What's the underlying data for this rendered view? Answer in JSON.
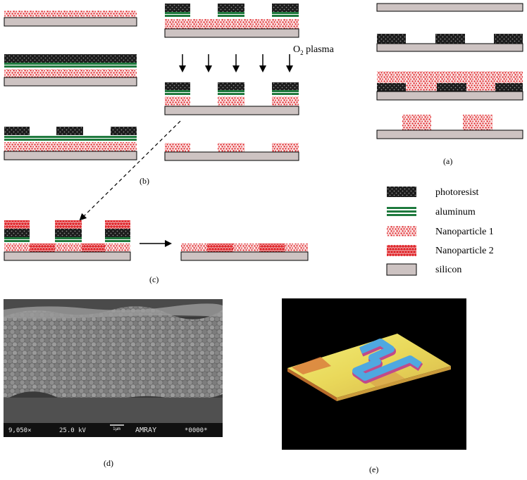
{
  "panels": {
    "a": "(a)",
    "b": "(b)",
    "c": "(c)",
    "d": "(d)",
    "e": "(e)"
  },
  "process": {
    "o2_plasma_prefix": "O",
    "o2_plasma_sub": "2",
    "o2_plasma_suffix": " plasma"
  },
  "legend": {
    "items": [
      {
        "key": "photoresist",
        "label": "photoresist"
      },
      {
        "key": "aluminum",
        "label": "aluminum"
      },
      {
        "key": "np1",
        "label": "Nanoparticle 1"
      },
      {
        "key": "np2",
        "label": "Nanoparticle 2"
      },
      {
        "key": "silicon",
        "label": "silicon"
      }
    ]
  },
  "sem": {
    "magnification": "9,050×",
    "voltage": "25.0 kV",
    "scale": "1µm",
    "brand": "AMRAY",
    "code": "*0000*"
  },
  "colors": {
    "silicon": "#cdc3c2",
    "aluminum": "#1f7a3e",
    "photoresist": "#222222",
    "np_red": "#e0262b"
  }
}
